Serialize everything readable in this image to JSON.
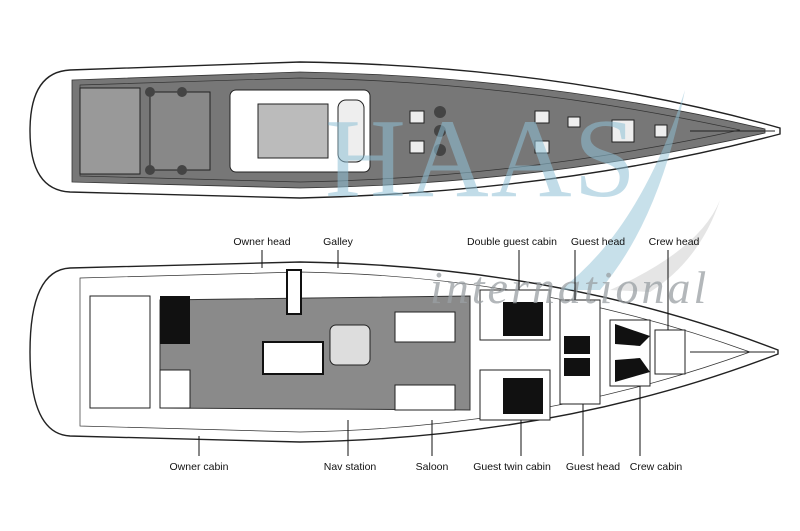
{
  "watermark": {
    "brand": "HAAS",
    "sub": "international",
    "colors": {
      "brand": "#8fc1d6",
      "sub": "#9aa0a4"
    }
  },
  "labels_top": [
    "Owner head",
    "Galley",
    "Double guest cabin",
    "Guest head",
    "Crew head"
  ],
  "labels_bottom": [
    "Owner cabin",
    "Nav station",
    "Saloon",
    "Guest twin cabin",
    "Guest head",
    "Crew cabin"
  ]
}
